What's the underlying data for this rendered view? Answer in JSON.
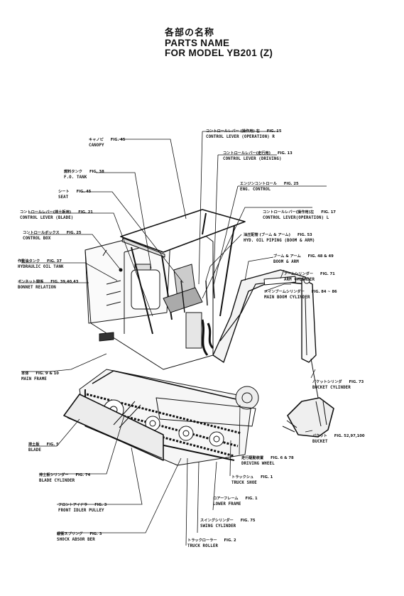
{
  "title": {
    "jp": "各部の名称",
    "en_line1": "PARTS NAME",
    "en_line2": "FOR MODEL YB201 (Z)"
  },
  "labels": {
    "canopy": {
      "jp": "キャノピ",
      "fig": "FIG. 45",
      "en": "CANOPY"
    },
    "fo_tank": {
      "jp": "燃料タンク",
      "fig": "FIG. 38",
      "en": "F.O. TANK"
    },
    "seat": {
      "jp": "シート",
      "fig": "FIG. 45",
      "en": "SEAT"
    },
    "control_lever_blade": {
      "jp": "コントロールレバー(排土板用)",
      "fig": "FIG. 21",
      "en": "CONTROL LEVER (BLADE)"
    },
    "control_box": {
      "jp": "コントロールボックス",
      "fig": "FIG. 25",
      "en": "CONTROL BOX"
    },
    "hydraulic_oil_tank": {
      "jp": "作動油タンク",
      "fig": "FIG. 37",
      "en": "HYDRAULIC OIL TANK"
    },
    "bonnet_relation": {
      "jp": "ボンネット関係",
      "fig": "FIG. 39,40,43",
      "en": "BONNET RELATION"
    },
    "main_frame": {
      "jp": "本体",
      "fig": "FIG. 9 & 10",
      "en": "MAIN FRAME"
    },
    "blade": {
      "jp": "排土板",
      "fig": "FIG. 5",
      "en": "BLADE"
    },
    "blade_cylinder": {
      "jp": "排土板シリンダー",
      "fig": "FIG. 74",
      "en": "BLADE CYLINDER"
    },
    "front_idler_pulley": {
      "jp": "フロントアイドラ",
      "fig": "FIG. 3",
      "en": "FRONT IDLER PULLEY"
    },
    "shock_absorber": {
      "jp": "緩衝スプリング",
      "fig": "FIG. 3",
      "en": "SHOCK ABSOR BER"
    },
    "truck_roller": {
      "jp": "トラックローラー",
      "fig": "FIG. 2",
      "en": "TRUCK ROLLER"
    },
    "swing_cylinder": {
      "jp": "スイングシリンダー",
      "fig": "FIG. 75",
      "en": "SWING CYLINDER"
    },
    "lower_frame": {
      "jp": "ロアーフレーム",
      "fig": "FIG. 1",
      "en": "LOWER FRAME"
    },
    "truck_shoe": {
      "jp": "トラックシュ",
      "fig": "FIG. 1",
      "en": "TRUCK SHOE"
    },
    "driving_wheel": {
      "jp": "走行駆動装置",
      "fig": "FIG. 6 & 78",
      "en": "DRIVING WHEEL"
    },
    "bucket": {
      "jp": "バケット",
      "fig": "FIG. 52,97,100",
      "en": "BUCKET"
    },
    "bucket_cylinder": {
      "jp": "バケットシリンダ",
      "fig": "FIG. 73",
      "en": "BUCKET CYLINDER"
    },
    "main_boom_cylinder": {
      "jp": "メインブームシリンダー",
      "fig": "FIG. 84 ~ 86",
      "en": "MAIN BOOM CYLINDER"
    },
    "arm_cylinder": {
      "jp": "アームシリンダー",
      "fig": "FIG. 71",
      "en": "ARM CYLINDER"
    },
    "boom_arm": {
      "jp": "ブーム & アーム",
      "fig": "FIG. 48 & 49",
      "en": "BOOM & ARM"
    },
    "hyd_oil_piping": {
      "jp": "油圧配管 (ブーム & アーム)",
      "fig": "FIG. 53",
      "en": "HYD. OIL PIPING (BOOM & ARM)"
    },
    "control_lever_operation_l": {
      "jp": "コントロールレバー(操作用)左",
      "fig": "FIG. 17",
      "en": "CONTROL LEVER(OPERATION) L"
    },
    "eng_control": {
      "jp": "エンジンコントロール",
      "fig": "FIG. 25",
      "en": "ENG. CONTROL"
    },
    "control_lever_driving": {
      "jp": "コントロールレバー(走行用)",
      "fig": "FIG. 13",
      "en": "CONTROL LEVER (DRIVING)"
    },
    "control_lever_operation_r": {
      "jp": "コントロールレバー (操作用) 右",
      "fig": "FIG. 15",
      "en": "CONTROL LEVER (OPERATION) R"
    }
  },
  "colors": {
    "ink": "#111111",
    "paper": "#ffffff",
    "shade": "#d8d8d8"
  }
}
